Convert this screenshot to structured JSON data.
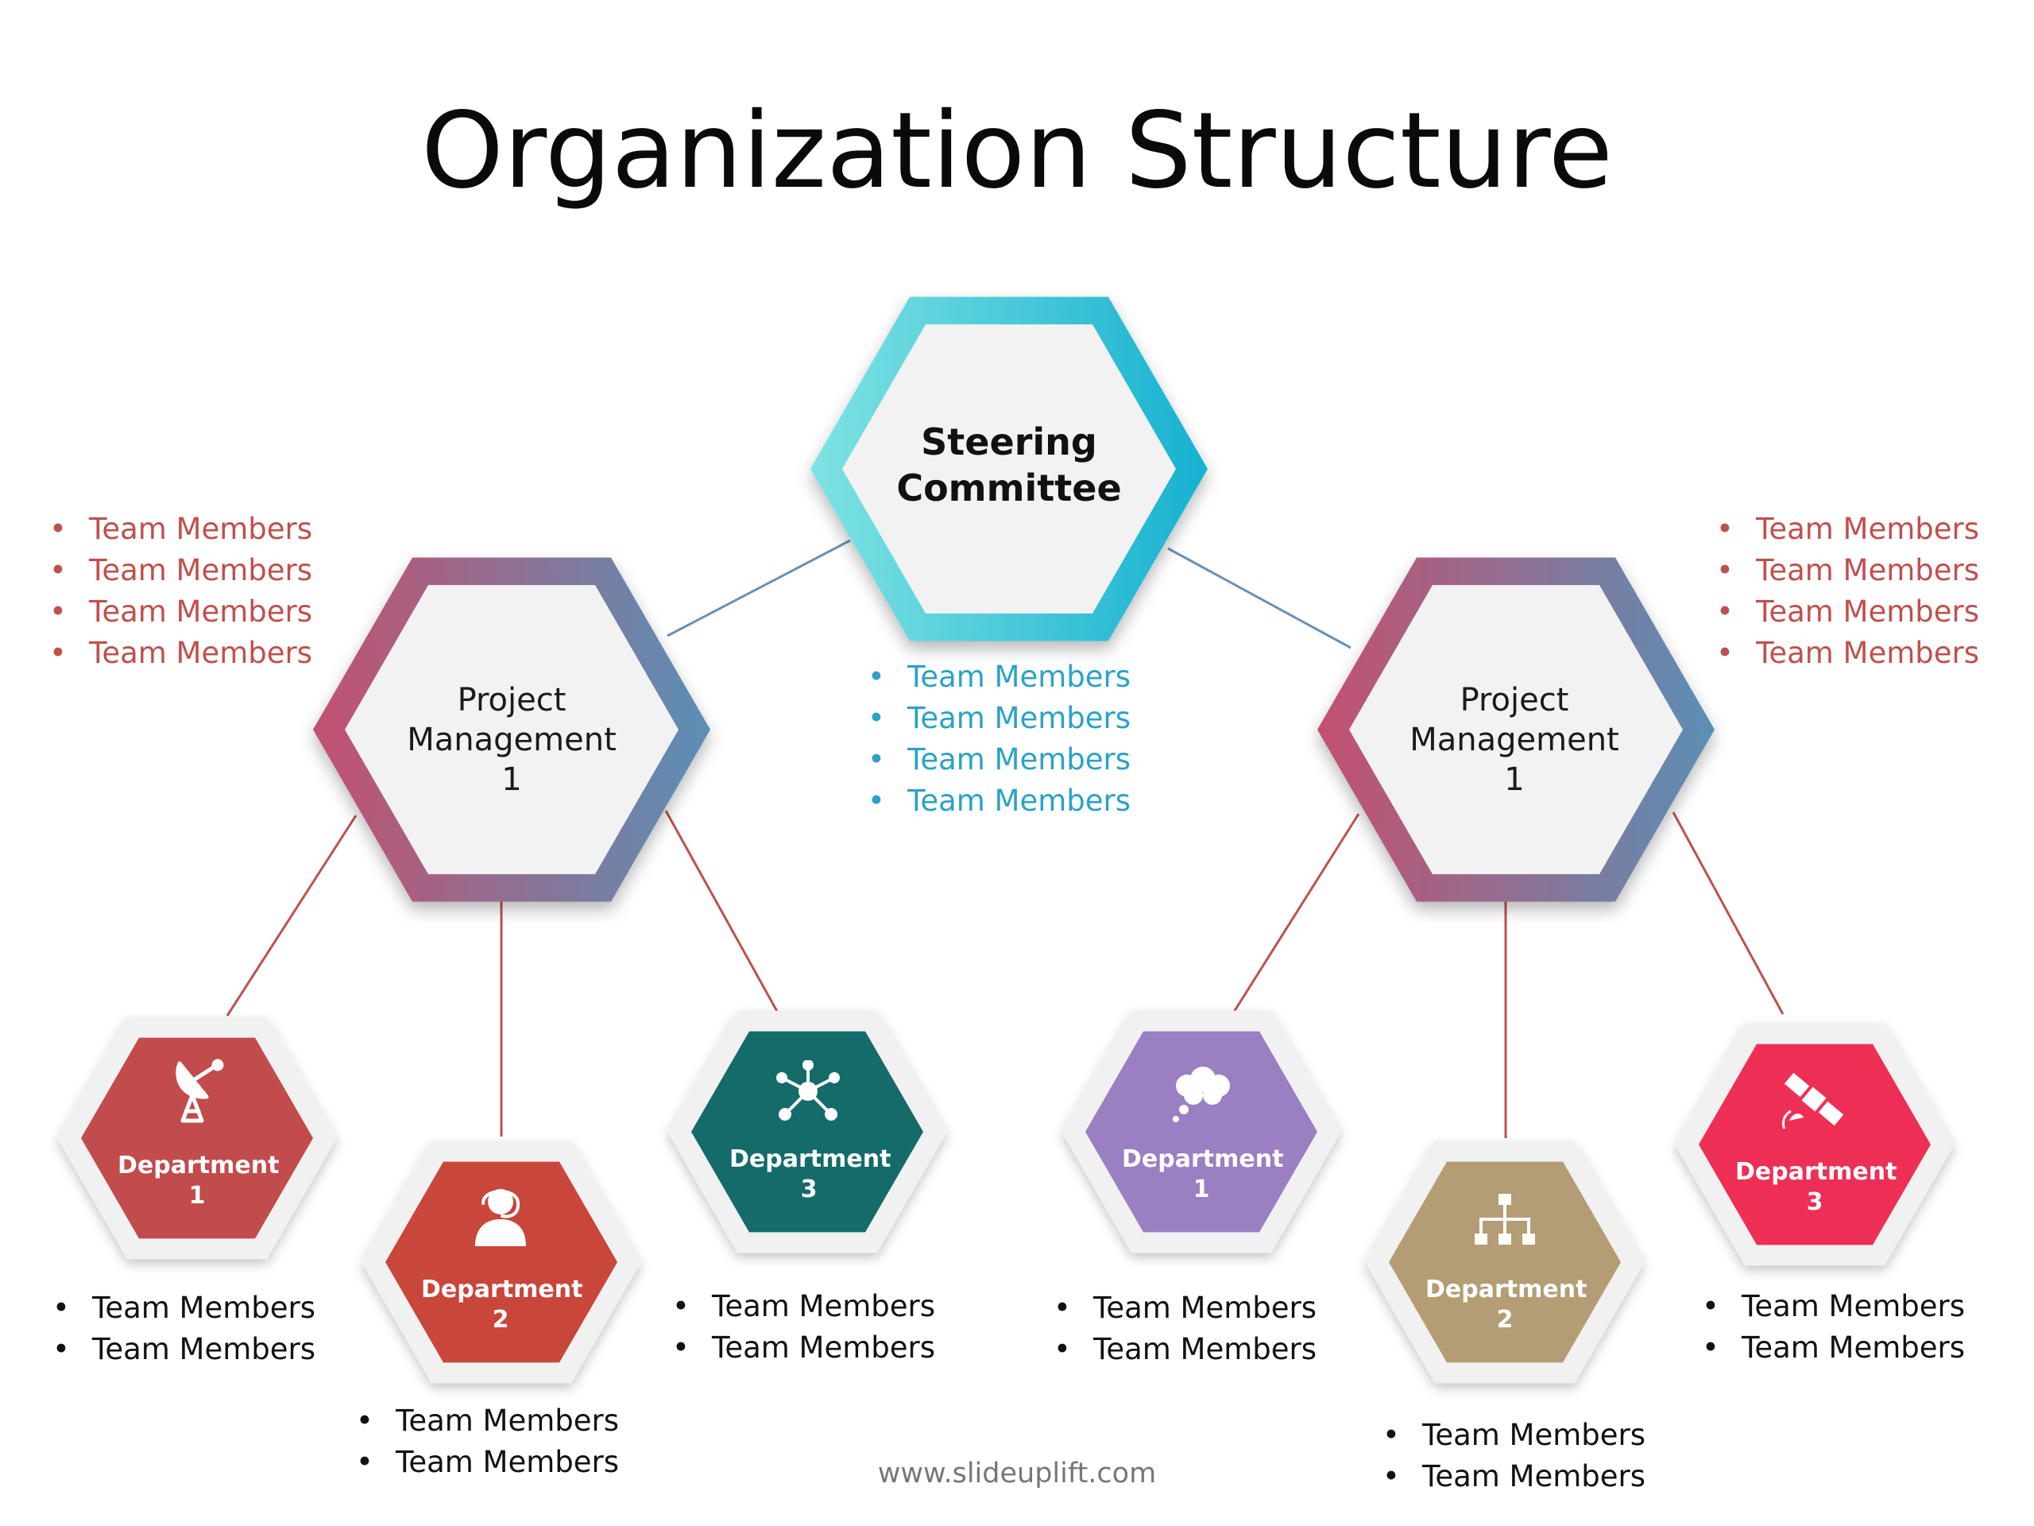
{
  "title": "Organization Structure",
  "footer": "www.slideuplift.com",
  "colors": {
    "steering_grad": [
      "#7fe3e3",
      "#16b1d1"
    ],
    "pm_grad": [
      "#c4506f",
      "#5b8fb6"
    ],
    "dept_left_1": "#c24b4b",
    "dept_left_2": "#c9463b",
    "dept_left_3": "#146b6a",
    "dept_right_1": "#9a7fc2",
    "dept_right_2": "#b49c74",
    "dept_right_3": "#ed2f56",
    "line_blue": "#6a90b8",
    "line_red": "#c0504d"
  },
  "steering": {
    "label_line1": "Steering",
    "label_line2": "Committee",
    "members": [
      "Team Members",
      "Team Members",
      "Team Members",
      "Team Members"
    ]
  },
  "pm_left": {
    "label_line1": "Project",
    "label_line2": "Management",
    "label_line3": "1",
    "members": [
      "Team Members",
      "Team Members",
      "Team Members",
      "Team Members"
    ]
  },
  "pm_right": {
    "label_line1": "Project",
    "label_line2": "Management",
    "label_line3": "1",
    "members": [
      "Team Members",
      "Team Members",
      "Team Members",
      "Team Members"
    ]
  },
  "departments_left": [
    {
      "label": "Department",
      "number": "1",
      "icon": "satellite-dish-icon",
      "members": [
        "Team Members",
        "Team Members"
      ]
    },
    {
      "label": "Department",
      "number": "2",
      "icon": "headset-person-icon",
      "members": [
        "Team Members",
        "Team Members"
      ]
    },
    {
      "label": "Department",
      "number": "3",
      "icon": "network-hub-icon",
      "members": [
        "Team Members",
        "Team Members"
      ]
    }
  ],
  "departments_right": [
    {
      "label": "Department",
      "number": "1",
      "icon": "thought-cloud-icon",
      "members": [
        "Team Members",
        "Team Members"
      ]
    },
    {
      "label": "Department",
      "number": "2",
      "icon": "org-chart-icon",
      "members": [
        "Team Members",
        "Team Members"
      ]
    },
    {
      "label": "Department",
      "number": "3",
      "icon": "satellite-icon",
      "members": [
        "Team Members",
        "Team Members"
      ]
    }
  ]
}
